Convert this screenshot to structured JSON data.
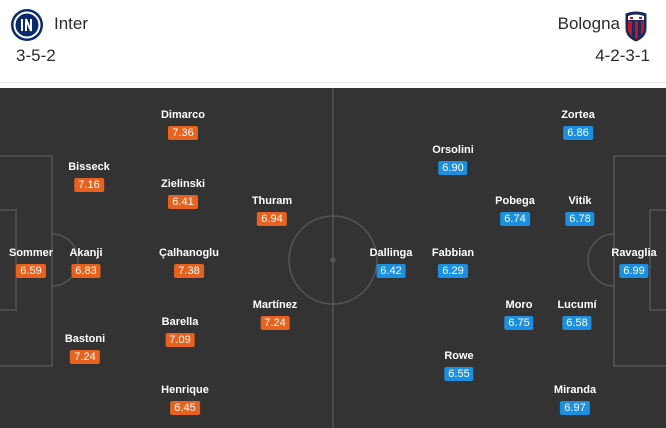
{
  "home": {
    "name": "Inter",
    "formation": "3-5-2",
    "logo_icon": "inter-crest-icon",
    "rating_color": "#e8621f",
    "players": [
      {
        "name": "Sommer",
        "rating": "6.59"
      },
      {
        "name": "Bisseck",
        "rating": "7.16"
      },
      {
        "name": "Akanji",
        "rating": "6.83"
      },
      {
        "name": "Bastoni",
        "rating": "7.24"
      },
      {
        "name": "Dimarco",
        "rating": "7.36"
      },
      {
        "name": "Zielinski",
        "rating": "6.41"
      },
      {
        "name": "Çalhanoglu",
        "rating": "7.38"
      },
      {
        "name": "Barella",
        "rating": "7.09"
      },
      {
        "name": "Henrique",
        "rating": "6.45"
      },
      {
        "name": "Thuram",
        "rating": "6.94"
      },
      {
        "name": "Martínez",
        "rating": "7.24"
      }
    ]
  },
  "away": {
    "name": "Bologna",
    "formation": "4-2-3-1",
    "logo_icon": "bologna-crest-icon",
    "rating_color": "#1c8fe0",
    "players": [
      {
        "name": "Ravaglia",
        "rating": "6.99"
      },
      {
        "name": "Zortea",
        "rating": "6.86"
      },
      {
        "name": "Vitík",
        "rating": "6.78"
      },
      {
        "name": "Lucumí",
        "rating": "6.58"
      },
      {
        "name": "Miranda",
        "rating": "6.97"
      },
      {
        "name": "Pobega",
        "rating": "6.74"
      },
      {
        "name": "Moro",
        "rating": "6.75"
      },
      {
        "name": "Orsolini",
        "rating": "6.90"
      },
      {
        "name": "Fabbian",
        "rating": "6.29"
      },
      {
        "name": "Rowe",
        "rating": "6.55"
      },
      {
        "name": "Dallinga",
        "rating": "6.42"
      }
    ]
  },
  "pitch": {
    "background": "#333333",
    "line_color": "#555555"
  }
}
